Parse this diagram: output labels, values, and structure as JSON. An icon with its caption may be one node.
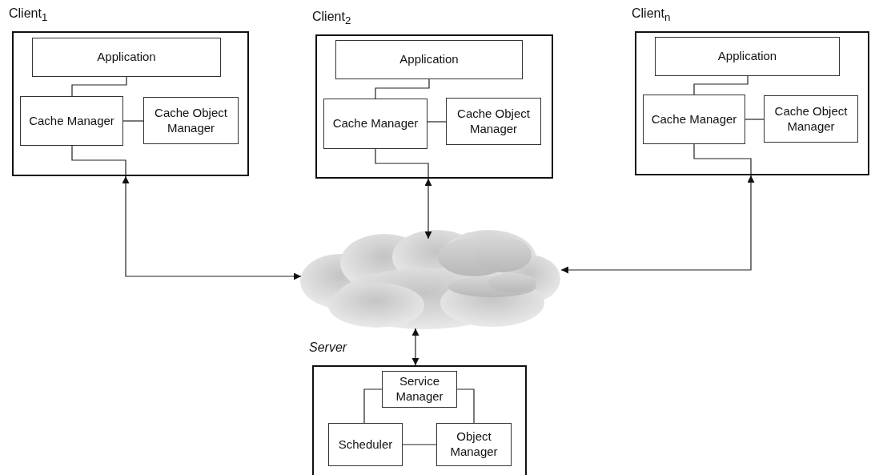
{
  "diagram": {
    "nodes": [
      {
        "text": [
          "Client$_{1}$"
        ]
      },
      {
        "text": [
          "Application"
        ],
        "in": 0
      },
      {
        "text": [
          "Cache Manager"
        ],
        "in": 0
      },
      {
        "text": [
          "Cache Object Manager"
        ],
        "in": 0
      },
      {
        "text": [
          "Client$_{2}$"
        ]
      },
      {
        "text": [
          "Application"
        ],
        "in": 4
      },
      {
        "text": [
          "Cache Manager"
        ],
        "in": 4
      },
      {
        "text": [
          "Cache Object Manager"
        ],
        "in": 4
      },
      {
        "text": [
          "Client$_{n}$"
        ]
      },
      {
        "text": [
          "Application"
        ],
        "in": 8
      },
      {
        "text": [
          "Cache Manager"
        ],
        "in": 8
      },
      {
        "text": [
          "Cache Object Manager"
        ],
        "in": 8
      },
      {
        "text": [],
        "shape": "cloud"
      },
      {
        "text": [
          "Server"
        ]
      },
      {
        "text": [
          "Service Manager"
        ],
        "in": 13
      },
      {
        "text": [
          "Scheduler"
        ],
        "in": 13
      },
      {
        "text": [
          "Object Manager"
        ],
        "in": 13
      }
    ],
    "edges": [
      {
        "from": 1,
        "to": 2,
        "arrow": "none"
      },
      {
        "from": 2,
        "to": 3,
        "arrow": "none"
      },
      {
        "from": 2,
        "to": 0,
        "arrow": "none"
      },
      {
        "from": 0,
        "to": 12,
        "arrow": "both"
      },
      {
        "from": 5,
        "to": 6,
        "arrow": "none"
      },
      {
        "from": 6,
        "to": 7,
        "arrow": "none"
      },
      {
        "from": 6,
        "to": 4,
        "arrow": "none"
      },
      {
        "from": 4,
        "to": 12,
        "arrow": "both"
      },
      {
        "from": 9,
        "to": 10,
        "arrow": "none"
      },
      {
        "from": 10,
        "to": 11,
        "arrow": "none"
      },
      {
        "from": 10,
        "to": 8,
        "arrow": "none"
      },
      {
        "from": 8,
        "to": 12,
        "arrow": "both"
      },
      {
        "from": 12,
        "to": 13,
        "arrow": "both"
      },
      {
        "from": 14,
        "to": 15,
        "arrow": "none"
      },
      {
        "from": 14,
        "to": 16,
        "arrow": "none"
      },
      {
        "from": 15,
        "to": 16,
        "arrow": "none"
      }
    ]
  }
}
